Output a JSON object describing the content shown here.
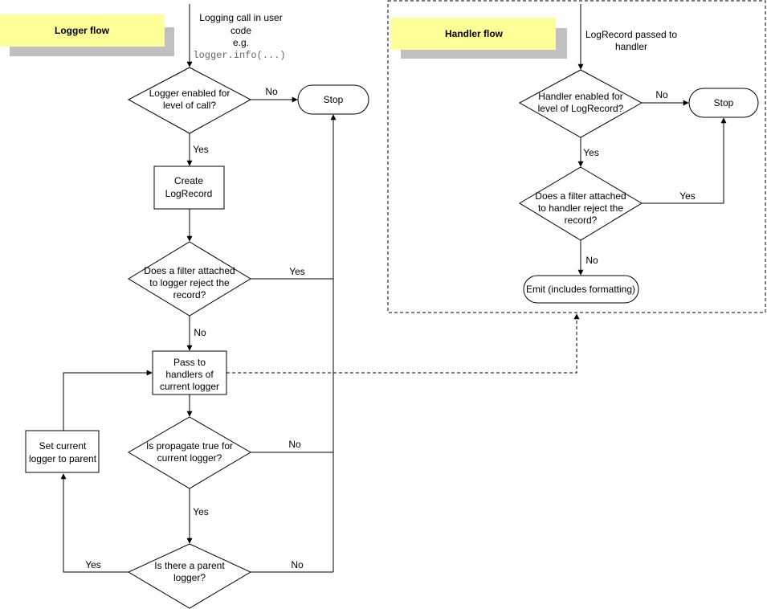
{
  "logger_flow": {
    "title": "Logger flow",
    "start_text": [
      "Logging call in user",
      "code",
      "e.g."
    ],
    "start_code": "logger.info(...)",
    "decision_enabled": [
      "Logger enabled for",
      "level of call?"
    ],
    "stop": "Stop",
    "create_record": [
      "Create",
      "LogRecord"
    ],
    "decision_filter": [
      "Does a filter attached",
      "to logger reject the",
      "record?"
    ],
    "pass_handlers": [
      "Pass to",
      "handlers of",
      "current logger"
    ],
    "decision_propagate": [
      "Is propagate true for",
      "current logger?"
    ],
    "decision_parent": [
      "Is there a parent",
      "logger?"
    ],
    "set_parent": [
      "Set current",
      "logger to parent"
    ],
    "labels": {
      "enabled_no": "No",
      "enabled_yes": "Yes",
      "filter_yes": "Yes",
      "filter_no": "No",
      "propagate_no": "No",
      "propagate_yes": "Yes",
      "parent_yes": "Yes",
      "parent_no": "No"
    }
  },
  "handler_flow": {
    "title": "Handler flow",
    "start_text": [
      "LogRecord passed to",
      "handler"
    ],
    "decision_enabled": [
      "Handler enabled for",
      "level of LogRecord?"
    ],
    "stop": "Stop",
    "decision_filter": [
      "Does a filter attached",
      "to handler reject the",
      "record?"
    ],
    "emit": "Emit (includes formatting)",
    "labels": {
      "enabled_no": "No",
      "enabled_yes": "Yes",
      "filter_yes": "Yes",
      "filter_no": "No"
    }
  },
  "colors": {
    "title_fill": "#ffff99",
    "title_shadow": "#c0c0c0"
  }
}
